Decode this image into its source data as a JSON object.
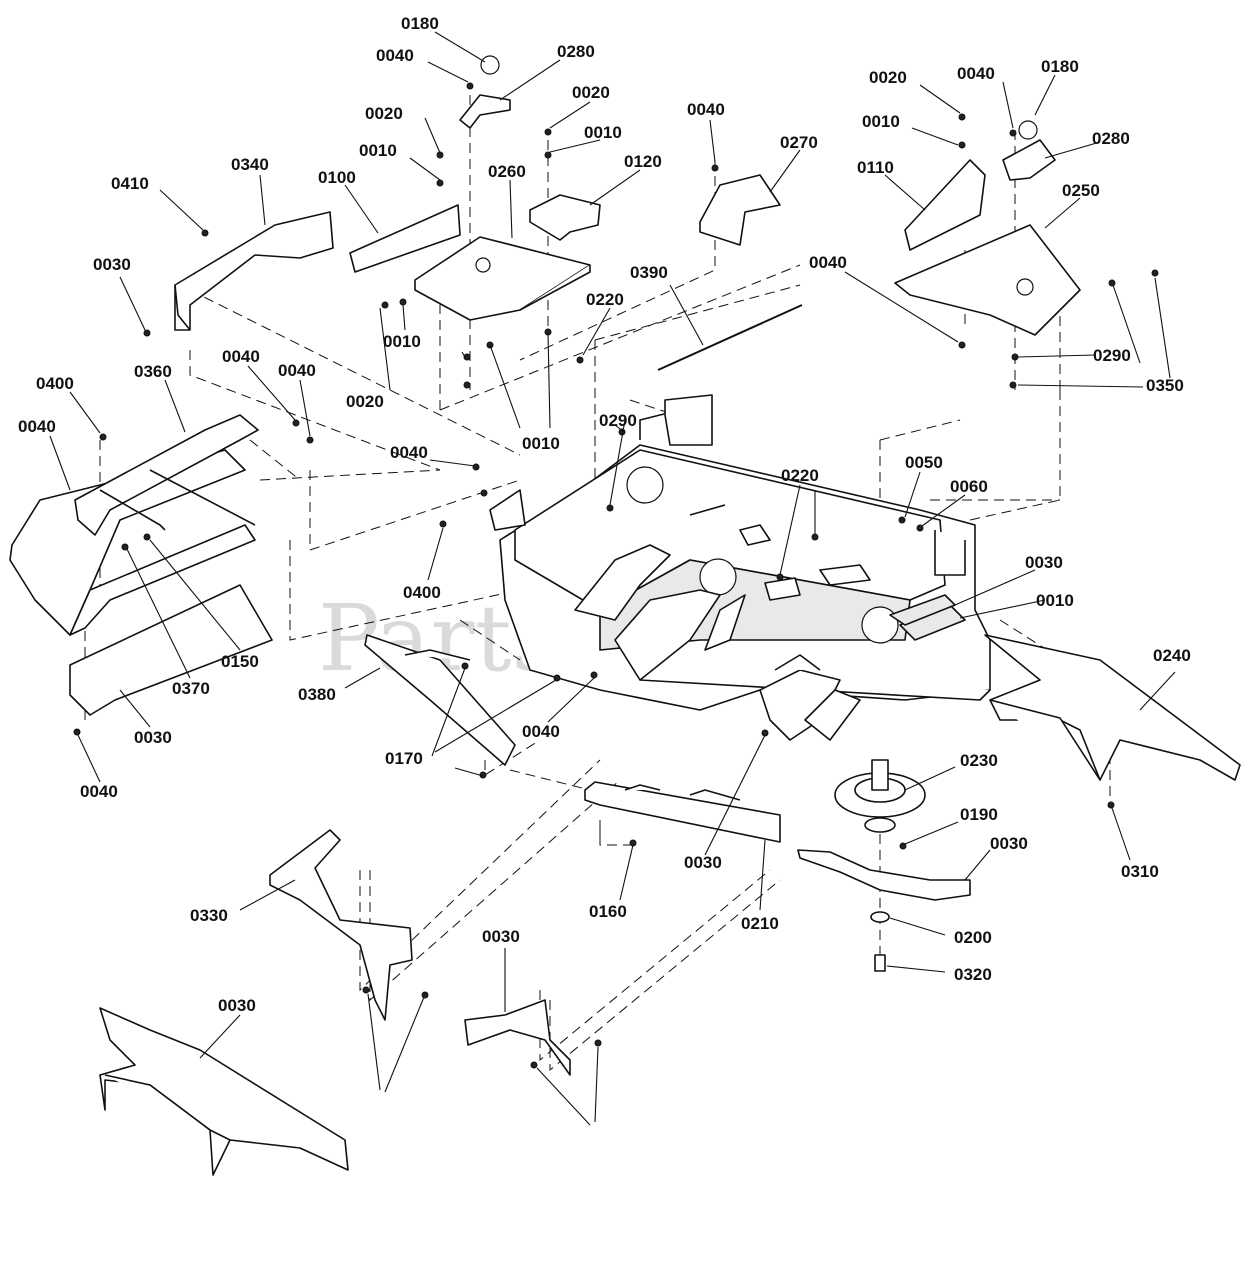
{
  "watermark": "PartsTree",
  "callouts": [
    "0180",
    "0040",
    "0280",
    "0020",
    "0010",
    "0120",
    "0040",
    "0270",
    "0020",
    "0040",
    "0180",
    "0010",
    "0280",
    "0110",
    "0250",
    "0340",
    "0410",
    "0100",
    "0260",
    "0030",
    "0390",
    "0220",
    "0040",
    "0010",
    "0020",
    "0010",
    "0020",
    "0290",
    "0350",
    "0010",
    "0400",
    "0360",
    "0040",
    "0040",
    "0040",
    "0040",
    "0290",
    "0220",
    "0050",
    "0060",
    "0030",
    "0010",
    "0400",
    "0150",
    "0370",
    "0380",
    "0030",
    "0040",
    "0040",
    "0170",
    "0240",
    "0230",
    "0190",
    "0030",
    "0310",
    "0030",
    "0160",
    "0210",
    "0200",
    "0320",
    "0330",
    "0030",
    "0030"
  ]
}
